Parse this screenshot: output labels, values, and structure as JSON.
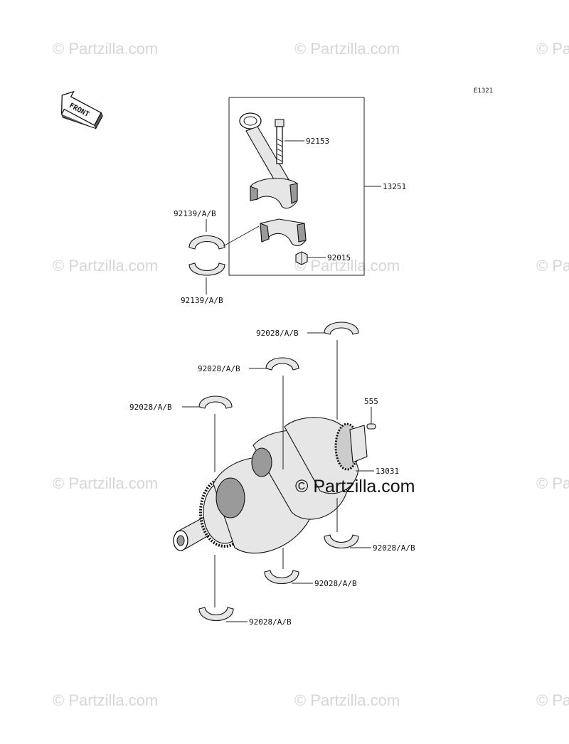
{
  "watermark": {
    "text": "© Partzilla.com"
  },
  "diagram": {
    "ref_code": "E1321",
    "front_label": "FRONT",
    "parts": {
      "con_rod_bolt": "92153",
      "con_rod_assy": "13251",
      "rod_bearing_upper": "92139/A/B",
      "rod_bearing_lower": "92139/A/B",
      "rod_nut": "92015",
      "main_bearing_1": "92028/A/B",
      "main_bearing_2": "92028/A/B",
      "main_bearing_3": "92028/A/B",
      "pin": "555",
      "crankshaft": "13031",
      "main_bearing_4": "92028/A/B",
      "main_bearing_5": "92028/A/B",
      "main_bearing_6": "92028/A/B"
    }
  }
}
